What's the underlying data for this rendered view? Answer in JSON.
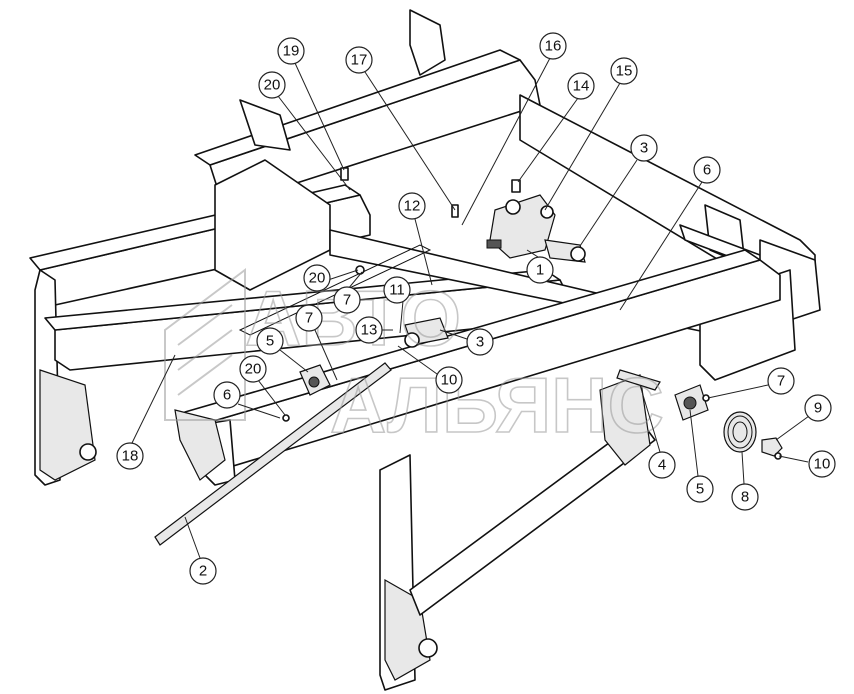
{
  "callouts": [
    {
      "label": "1"
    },
    {
      "label": "2"
    },
    {
      "label": "3"
    },
    {
      "label": "3"
    },
    {
      "label": "4"
    },
    {
      "label": "5"
    },
    {
      "label": "5"
    },
    {
      "label": "6"
    },
    {
      "label": "6"
    },
    {
      "label": "7"
    },
    {
      "label": "7"
    },
    {
      "label": "7"
    },
    {
      "label": "8"
    },
    {
      "label": "9"
    },
    {
      "label": "10"
    },
    {
      "label": "10"
    },
    {
      "label": "11"
    },
    {
      "label": "12"
    },
    {
      "label": "13"
    },
    {
      "label": "14"
    },
    {
      "label": "15"
    },
    {
      "label": "16"
    },
    {
      "label": "17"
    },
    {
      "label": "18"
    },
    {
      "label": "19"
    },
    {
      "label": "20"
    },
    {
      "label": "20"
    },
    {
      "label": "20"
    }
  ],
  "watermark": {
    "line1": "АВТО",
    "line2": "АЛЬЯНС"
  },
  "colors": {
    "line": "#111111",
    "watermark": "#9a9a9a"
  }
}
